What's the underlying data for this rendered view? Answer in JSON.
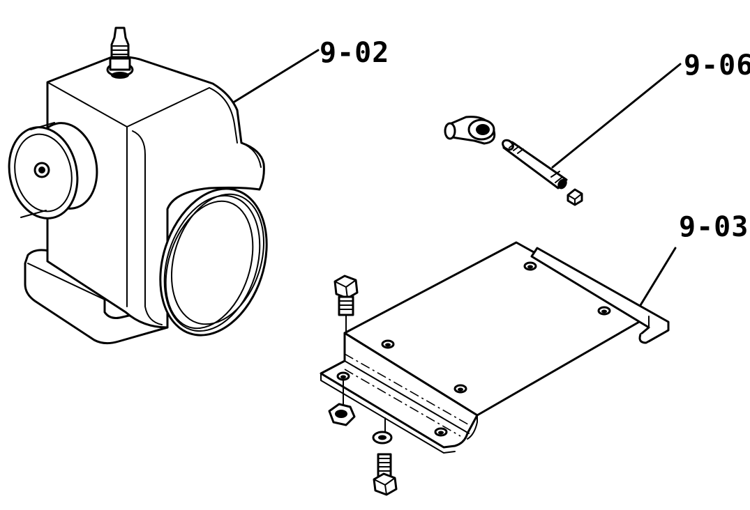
{
  "callouts": {
    "gearbox": "9-02",
    "fittings": "9-06",
    "bracket": "9-03"
  },
  "colors": {
    "ink": "#000000",
    "paper": "#ffffff"
  }
}
